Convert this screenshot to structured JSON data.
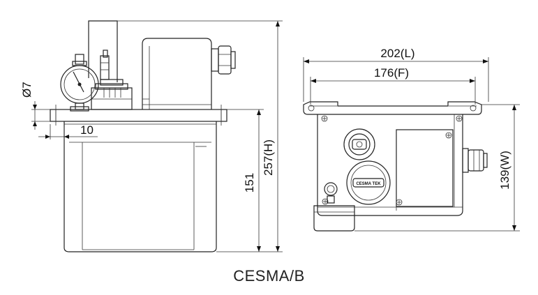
{
  "model": "CESMA/B",
  "dimensions": {
    "length": "202(L)",
    "flange": "176(F)",
    "height": "257(H)",
    "tank_height": "151",
    "width": "139(W)",
    "hole_diameter": "Ø7",
    "offset": "10"
  },
  "label_text": "CESMA TEK"
}
